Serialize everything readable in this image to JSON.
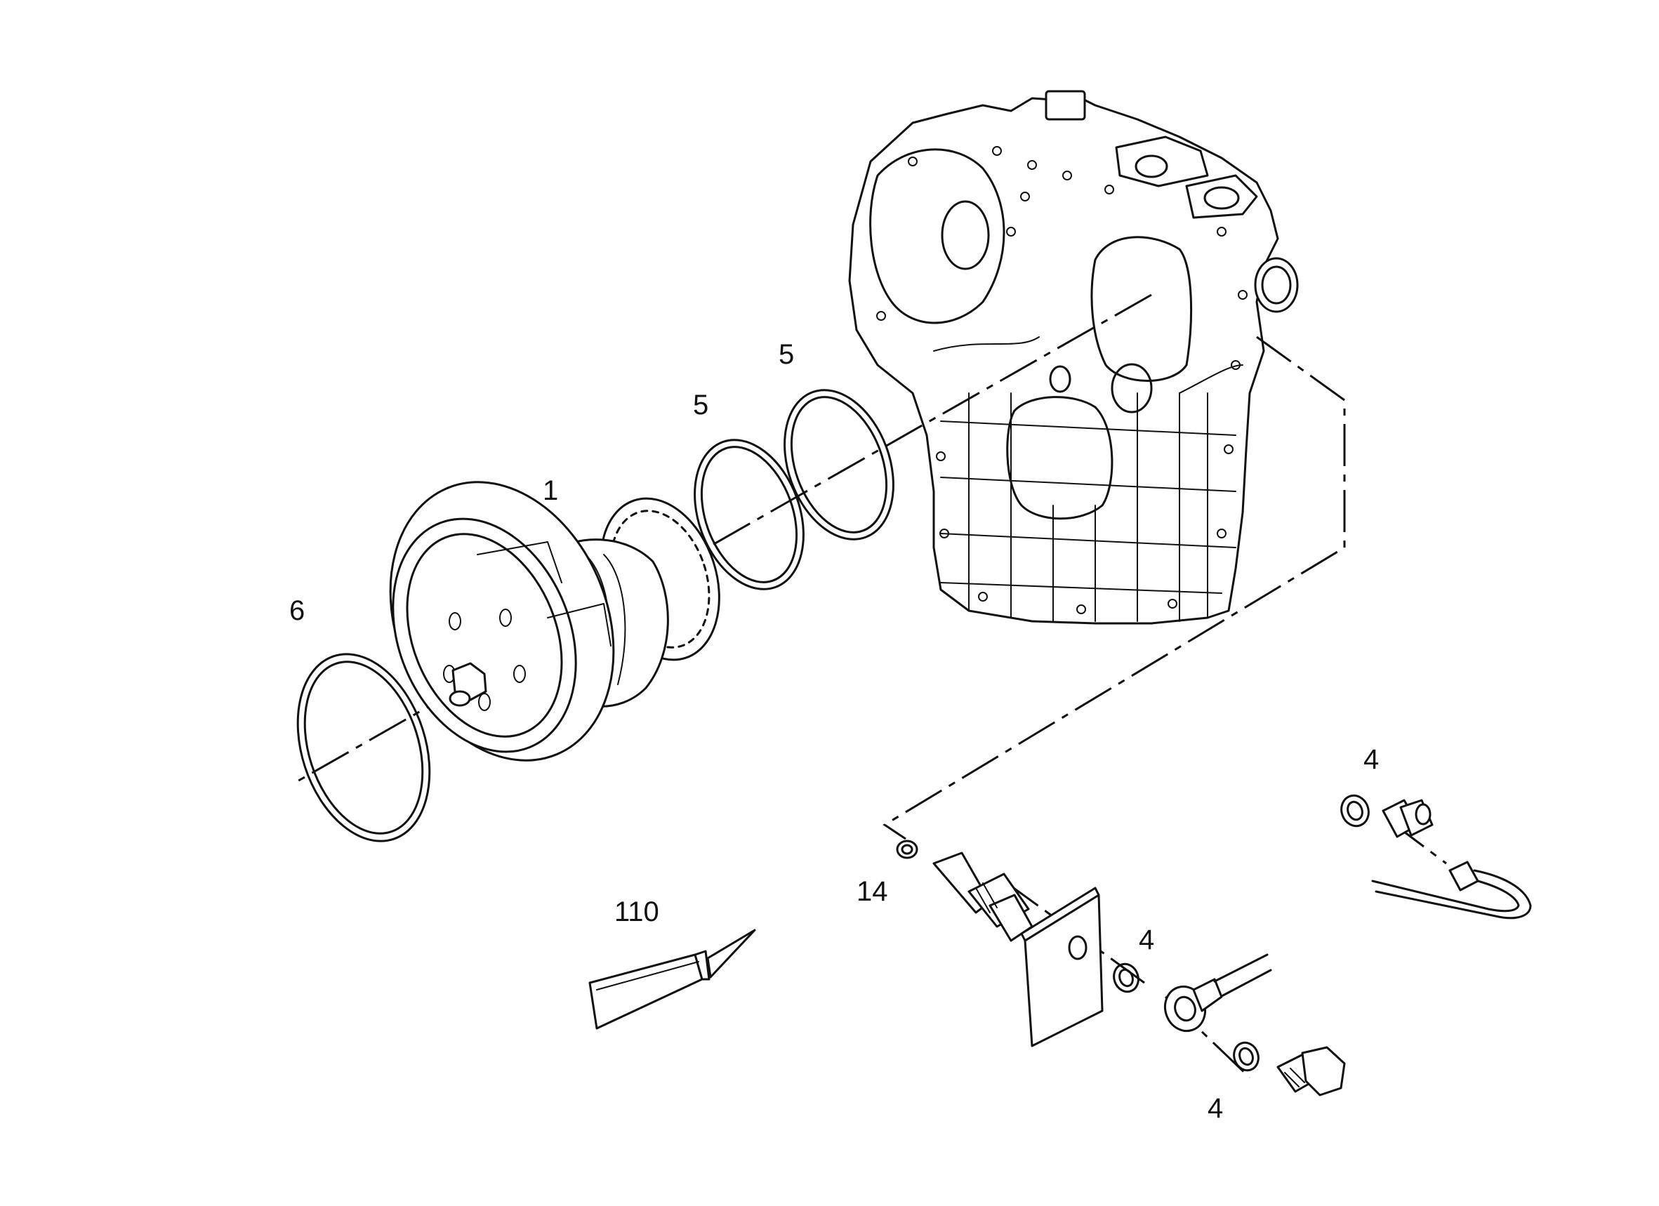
{
  "callouts": {
    "c1": "1",
    "c5a": "5",
    "c5b": "5",
    "c6": "6",
    "c110": "110",
    "c14": "14",
    "c4a": "4",
    "c4b": "4",
    "c4c": "4"
  },
  "colors": {
    "line": "#111111",
    "background": "#ffffff"
  }
}
